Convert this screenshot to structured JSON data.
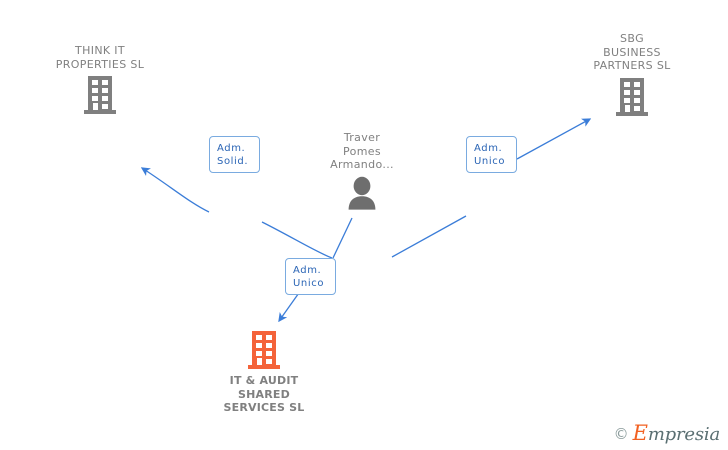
{
  "graph": {
    "background_color": "#ffffff",
    "node_gray": "#7f7f7f",
    "node_orange": "#f4633a",
    "edge_color": "#3b7dd8",
    "label_text_color": "#2b65b5",
    "label_border_color": "#7aabe0",
    "nodes": [
      {
        "id": "think-it",
        "label": "THINK IT\nPROPERTIES SL",
        "icon": "building-icon",
        "icon_color": "#7f7f7f",
        "label_position": "above",
        "bold": false
      },
      {
        "id": "sbg",
        "label": "SBG\nBUSINESS\nPARTNERS  SL",
        "icon": "building-icon",
        "icon_color": "#7f7f7f",
        "label_position": "above",
        "bold": false
      },
      {
        "id": "person",
        "label": "Traver\nPomes\nArmando...",
        "icon": "person-icon",
        "icon_color": "#6e6e6e",
        "label_position": "above",
        "bold": false
      },
      {
        "id": "it-audit",
        "label": "IT & AUDIT\nSHARED\nSERVICES  SL",
        "icon": "building-icon",
        "icon_color": "#f4633a",
        "label_position": "below",
        "bold": true
      }
    ],
    "edges": [
      {
        "id": "person-to-think-it",
        "from": "person",
        "to": "think-it",
        "label": "Adm.\nSolid.",
        "direction": "to-target"
      },
      {
        "id": "person-to-sbg",
        "from": "person",
        "to": "sbg",
        "label": "Adm.\nUnico",
        "direction": "to-target"
      },
      {
        "id": "person-to-it-audit",
        "from": "person",
        "to": "it-audit",
        "label": "Adm.\nUnico",
        "direction": "to-target"
      }
    ]
  },
  "watermark": {
    "copyright_symbol": "©",
    "brand_first_letter": "E",
    "brand_rest": "mpresia"
  }
}
